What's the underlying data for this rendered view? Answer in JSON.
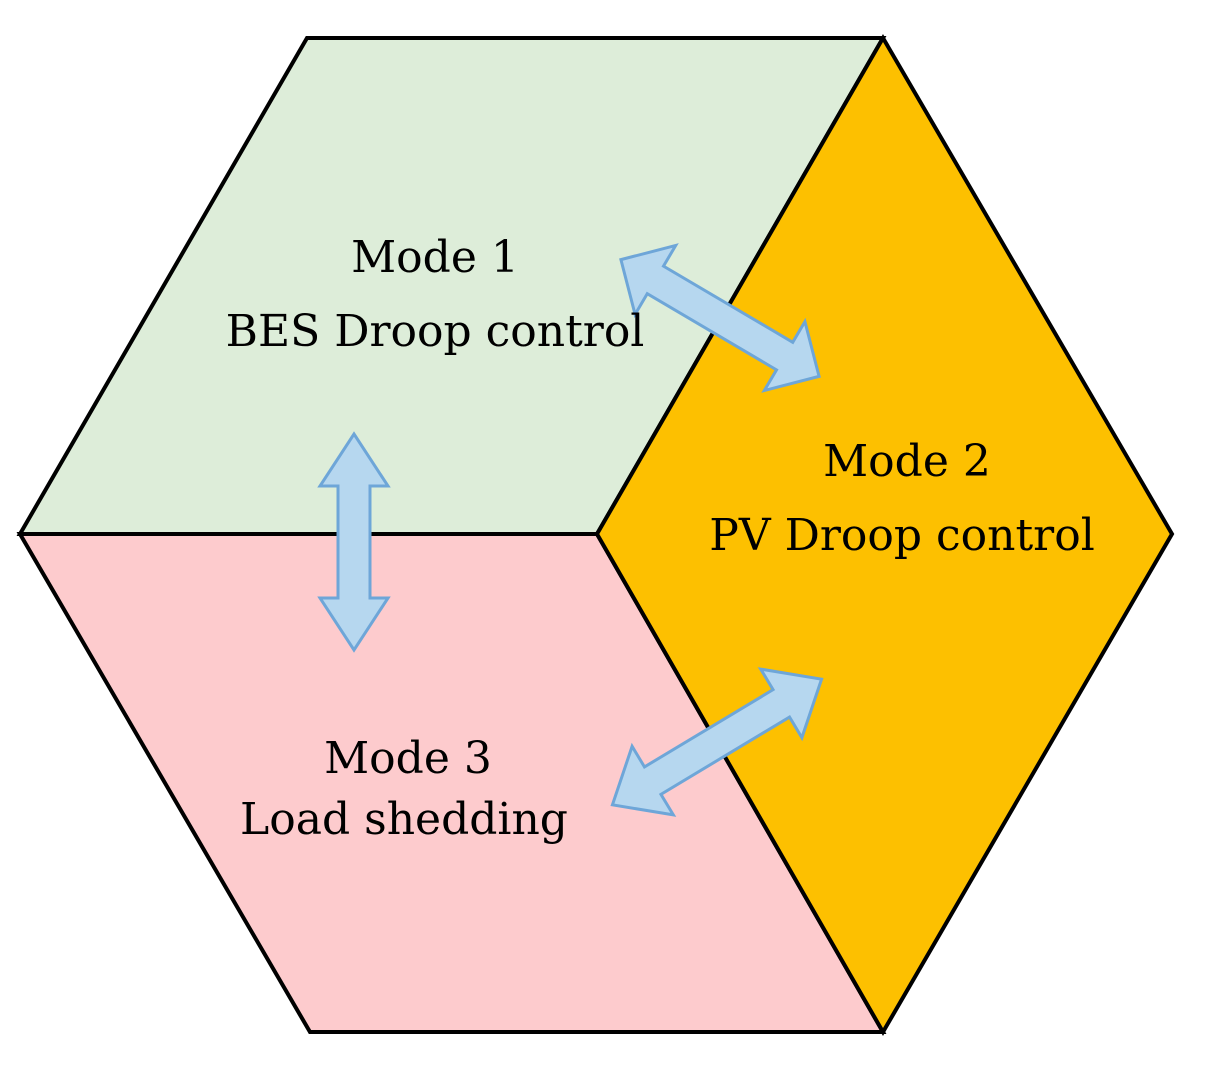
{
  "colors": {
    "mode1_fill": "#DDEDD9",
    "mode2_fill": "#FDC000",
    "mode3_fill": "#FDCBCD",
    "arrow_fill": "#B6D7EF",
    "arrow_stroke": "#6EA6D8",
    "outline": "#000000"
  },
  "modes": {
    "mode1": {
      "title": "Mode 1",
      "subtitle": "BES Droop control"
    },
    "mode2": {
      "title": "Mode 2",
      "subtitle": "PV Droop control"
    },
    "mode3": {
      "title": "Mode 3",
      "subtitle": "Load shedding"
    }
  },
  "transitions": [
    {
      "from": "Mode 1",
      "to": "Mode 2",
      "bidirectional": true
    },
    {
      "from": "Mode 1",
      "to": "Mode 3",
      "bidirectional": true
    },
    {
      "from": "Mode 2",
      "to": "Mode 3",
      "bidirectional": true
    }
  ]
}
